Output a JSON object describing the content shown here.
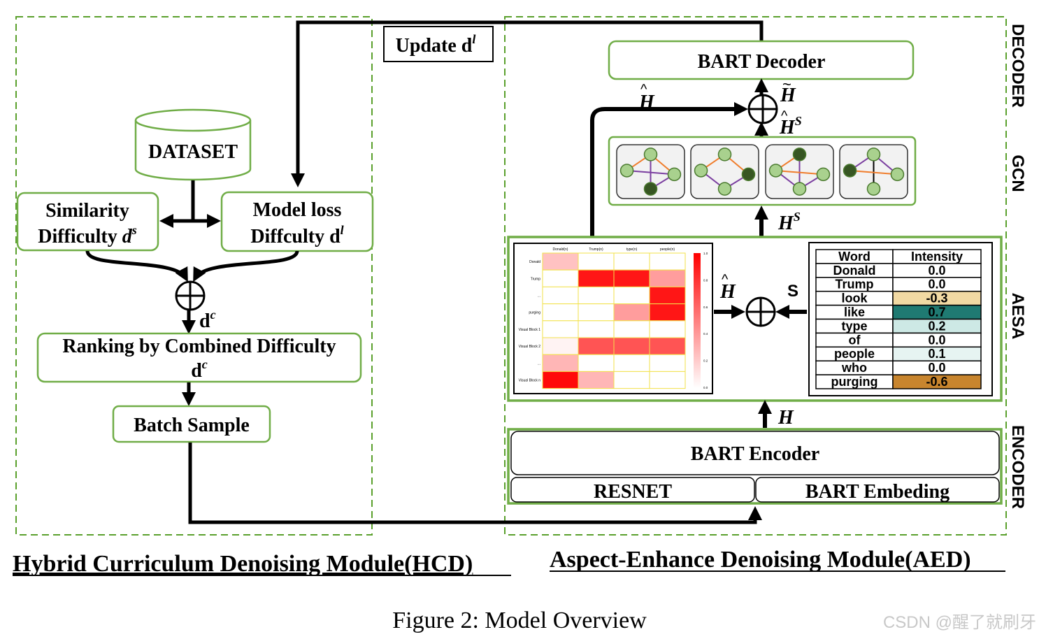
{
  "figure": {
    "caption": "Figure 2: Model Overview",
    "watermark": "CSDN @醒了就刷牙"
  },
  "hcd": {
    "title": "Hybrid Curriculum Denoising Module(HCD)",
    "dataset": "DATASET",
    "similarity": {
      "line1": "Similarity",
      "line2": "Difficulty",
      "sym": "d",
      "sup": "s"
    },
    "model_loss": {
      "line1": "Model loss",
      "line2": "Diffculty d",
      "sup": "l"
    },
    "combined_label": {
      "sym": "d",
      "sup": "c"
    },
    "ranking": {
      "line1": "Ranking by Combined Difficulty",
      "line2": "d",
      "sup": "c"
    },
    "batch": "Batch Sample"
  },
  "update": {
    "text": "Update d",
    "sup": "l"
  },
  "aed": {
    "title": "Aspect-Enhance Denoising Module(AED)",
    "decoder": "BART Decoder",
    "encoder": "BART Encoder",
    "resnet": "RESNET",
    "embedding": "BART Embeding",
    "side_labels": [
      "DECODER",
      "GCN",
      "AESA",
      "ENCODER"
    ],
    "symbols": {
      "h_hat": "H",
      "h_tilde": "H",
      "hs_hat": "H",
      "hs_hat_sup": "S",
      "hs": "H",
      "hs_sup": "S",
      "h_hat2": "H",
      "s": "S",
      "h": "H",
      "hat_mark": "^",
      "tilde_mark": "~"
    }
  },
  "intensity_table": {
    "headers": [
      "Word",
      "Intensity"
    ],
    "rows": [
      {
        "word": "Donald",
        "value": "0.0",
        "color": "#ffffff"
      },
      {
        "word": "Trump",
        "value": "0.0",
        "color": "#ffffff"
      },
      {
        "word": "look",
        "value": "-0.3",
        "color": "#f1d9a3"
      },
      {
        "word": "like",
        "value": "0.7",
        "color": "#1f7a72"
      },
      {
        "word": "type",
        "value": "0.2",
        "color": "#cde9e5"
      },
      {
        "word": "of",
        "value": "0.0",
        "color": "#ffffff"
      },
      {
        "word": "people",
        "value": "0.1",
        "color": "#e6f4f2"
      },
      {
        "word": "who",
        "value": "0.0",
        "color": "#ffffff"
      },
      {
        "word": "purging",
        "value": "-0.6",
        "color": "#c8852e"
      }
    ]
  },
  "heatmap": {
    "columns": [
      "Donald(n)",
      "Trump(n)",
      "type(n)",
      "people(n)"
    ],
    "rows": [
      "Donald",
      "Trump",
      "...",
      "purging",
      "Visual Block 1",
      "Visual Block 2",
      "...",
      "Visual Block n"
    ],
    "values": [
      [
        0.25,
        0.0,
        0.0,
        0.0
      ],
      [
        0.0,
        0.95,
        0.95,
        0.4
      ],
      [
        0.0,
        0.0,
        0.0,
        0.95
      ],
      [
        0.0,
        0.0,
        0.4,
        0.95
      ],
      [
        0.0,
        0.0,
        0.0,
        0.0
      ],
      [
        0.05,
        0.7,
        0.7,
        0.7
      ],
      [
        0.3,
        0.0,
        0.0,
        0.0
      ],
      [
        1.0,
        0.3,
        0.0,
        0.0
      ]
    ],
    "colorbar_ticks": [
      "1.0",
      "0.8",
      "0.6",
      "0.4",
      "0.2",
      "0.0"
    ]
  },
  "gcn_graphs": [
    {
      "edges": [
        [
          0,
          1,
          "#f07d2c"
        ],
        [
          1,
          2,
          "#7b3fa0"
        ],
        [
          2,
          3,
          "#7b3fa0"
        ],
        [
          3,
          0,
          "#7b3fa0"
        ],
        [
          0,
          2,
          "#f07d2c"
        ]
      ],
      "dark": [
        3
      ]
    },
    {
      "edges": [
        [
          0,
          1,
          "#f07d2c"
        ],
        [
          0,
          2,
          "#f07d2c"
        ],
        [
          2,
          3,
          "#7b3fa0"
        ],
        [
          1,
          3,
          "#7b3fa0"
        ]
      ],
      "dark": [
        2
      ]
    },
    {
      "edges": [
        [
          0,
          1,
          "#f07d2c"
        ],
        [
          0,
          3,
          "#7b3fa0"
        ],
        [
          1,
          2,
          "#f07d2c"
        ],
        [
          2,
          3,
          "#7b3fa0"
        ],
        [
          1,
          3,
          "#7b3fa0"
        ]
      ],
      "dark": [
        0
      ]
    },
    {
      "edges": [
        [
          0,
          3,
          "#000000"
        ],
        [
          0,
          1,
          "#7b3fa0"
        ],
        [
          0,
          2,
          "#7b3fa0"
        ],
        [
          1,
          2,
          "#f07d2c"
        ]
      ],
      "dark": [
        1
      ]
    }
  ],
  "colors": {
    "green": "#70ad47",
    "dashed_green": "#5aa02c",
    "black": "#000000",
    "node_light": "#a9d18e",
    "node_dark": "#375623"
  }
}
